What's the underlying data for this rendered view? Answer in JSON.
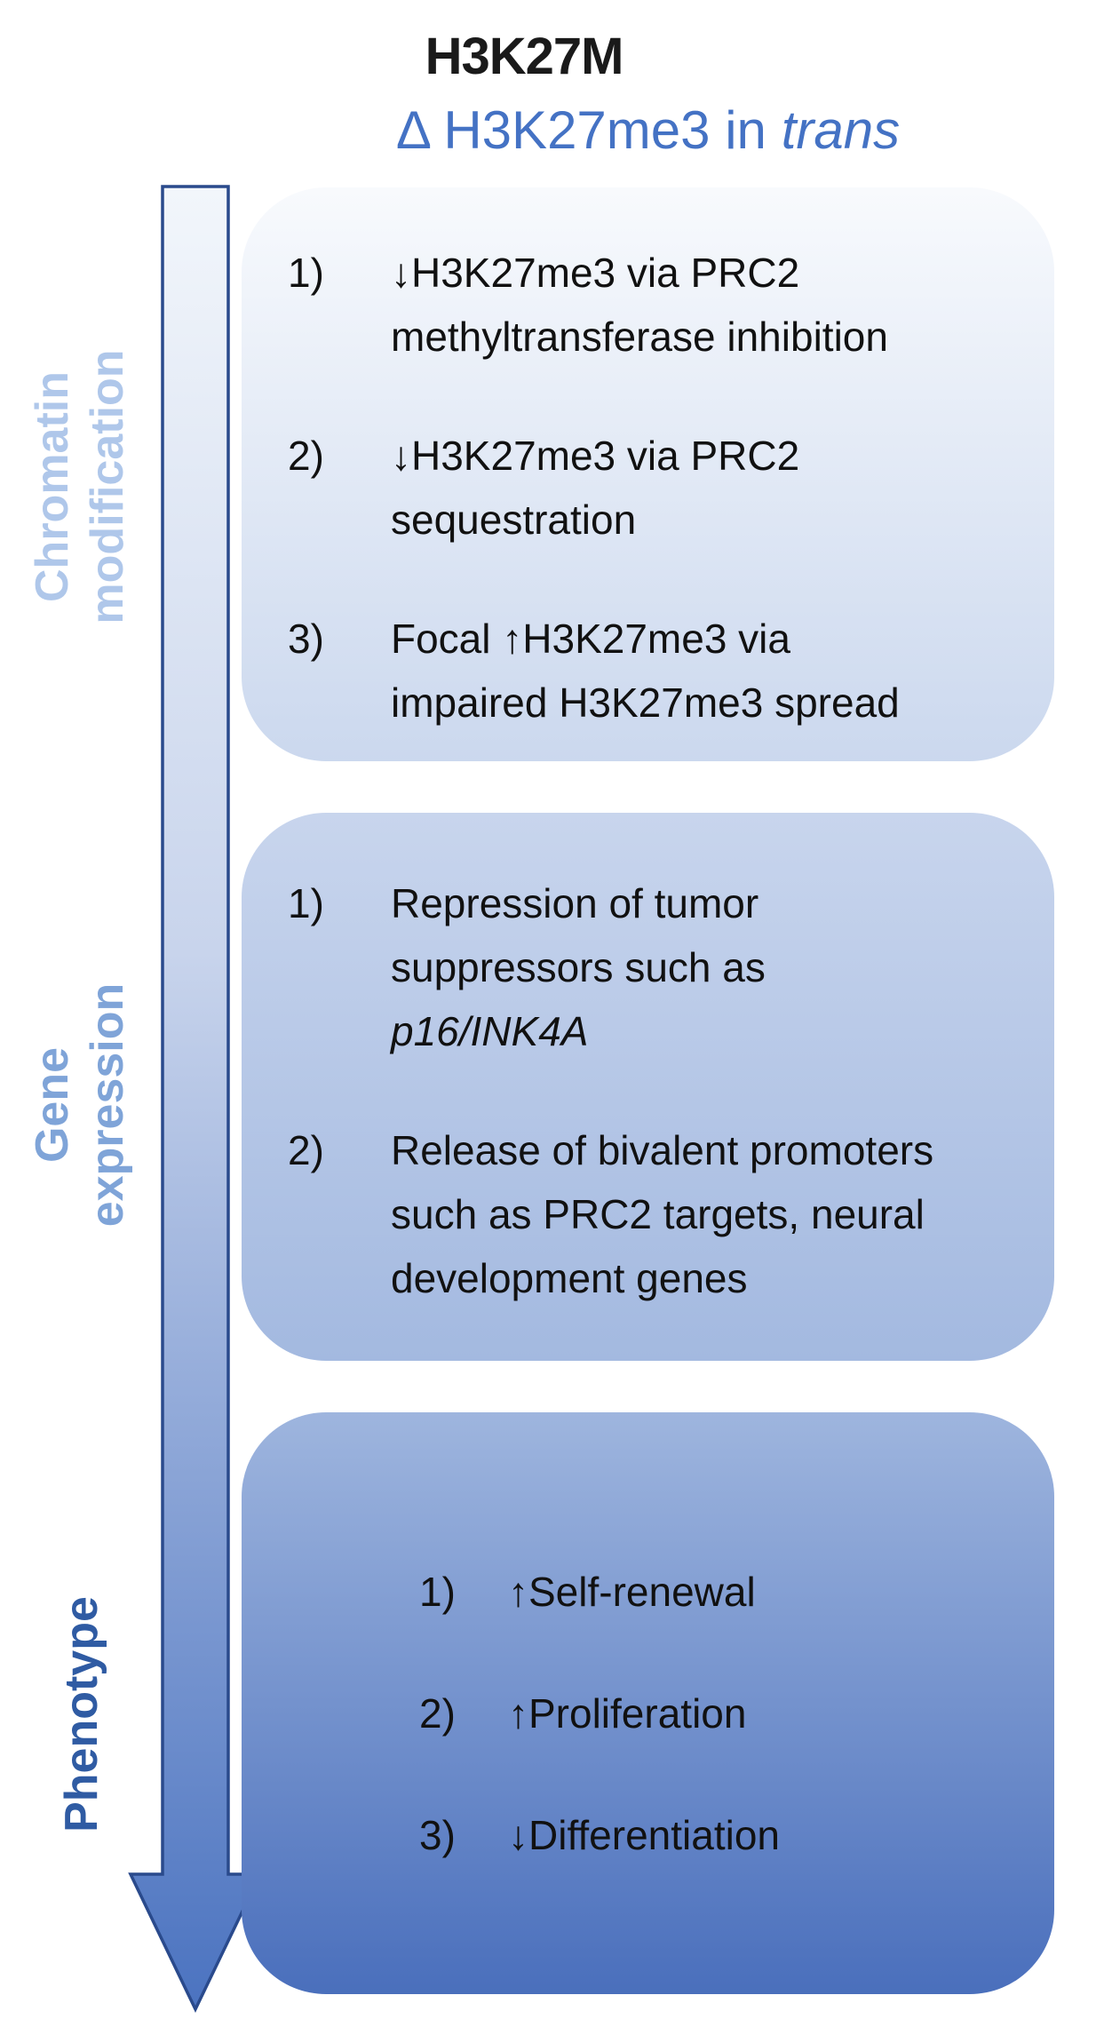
{
  "title": "H3K27M",
  "subtitle": {
    "prefix": "Δ H3K27me3 in",
    "emphasis": "trans"
  },
  "side_labels": [
    {
      "id": "chromatin-modification",
      "lines": [
        "Chromatin",
        "modification"
      ]
    },
    {
      "id": "gene-expression",
      "lines": [
        "Gene",
        "expression"
      ]
    },
    {
      "id": "phenotype",
      "lines": [
        "Phenotype"
      ]
    }
  ],
  "arrow": {
    "icon": "down-arrow",
    "description": "vertical gradient arrow pointing down"
  },
  "boxes": [
    {
      "id": "chromatin-modification-box",
      "items": [
        {
          "number": "1)",
          "lines": [
            "↓H3K27me3 via PRC2",
            "methyltransferase inhibition"
          ]
        },
        {
          "number": "2)",
          "lines": [
            "↓H3K27me3 via PRC2",
            "sequestration"
          ]
        },
        {
          "number": "3)",
          "lines": [
            "Focal ↑H3K27me3 via",
            "impaired H3K27me3 spread"
          ]
        }
      ]
    },
    {
      "id": "gene-expression-box",
      "items": [
        {
          "number": "1)",
          "lines": [
            "Repression of tumor",
            "suppressors such as",
            "p16/INK4A"
          ],
          "italic_line_index": 2
        },
        {
          "number": "2)",
          "lines": [
            "Release of bivalent promoters",
            "such as PRC2 targets, neural",
            "development genes"
          ]
        }
      ]
    },
    {
      "id": "phenotype-box",
      "items": [
        {
          "number": "1)",
          "lines": [
            "↑Self-renewal"
          ]
        },
        {
          "number": "2)",
          "lines": [
            "↑Proliferation"
          ]
        },
        {
          "number": "3)",
          "lines": [
            "↓Differentiation"
          ]
        }
      ]
    }
  ],
  "colors": {
    "background": "#ffffff",
    "title_text": "#1a1a1a",
    "subtitle_blue": "#4472C4",
    "body_text": "#111111",
    "label_chromatin": "#AFC7EA",
    "label_gene": "#7FA4D8",
    "label_phenotype": "#2F5BA3",
    "arrow_border": "#2A4A8C",
    "arrow_top": "#F2F6FB",
    "arrow_mid": "#C8D4EC",
    "arrow_bottom": "#4B73C0",
    "box1_top": "#F8FAFD",
    "box1_bottom": "#CBD8EE",
    "box2_top": "#C8D5ED",
    "box2_bottom": "#A3B9E0",
    "box3_top": "#9EB5DE",
    "box3_bottom": "#4A6FBC"
  }
}
